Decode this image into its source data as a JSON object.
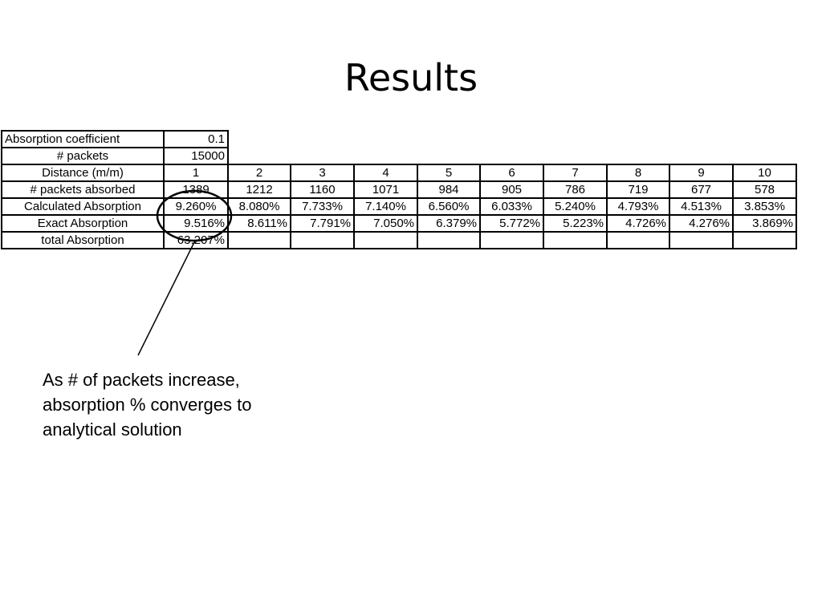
{
  "slide": {
    "title": "Results"
  },
  "table": {
    "rows": [
      {
        "label": "Absorption coefficient",
        "cells": [
          "0.1"
        ]
      },
      {
        "label": "# packets",
        "cells": [
          "15000"
        ]
      },
      {
        "label": "Distance (m/m)",
        "cells": [
          "1",
          "2",
          "3",
          "4",
          "5",
          "6",
          "7",
          "8",
          "9",
          "10"
        ]
      },
      {
        "label": "# packets absorbed",
        "cells": [
          "1389",
          "1212",
          "1160",
          "1071",
          "984",
          "905",
          "786",
          "719",
          "677",
          "578"
        ]
      },
      {
        "label": "Calculated Absorption",
        "cells": [
          "9.260%",
          "8.080%",
          "7.733%",
          "7.140%",
          "6.560%",
          "6.033%",
          "5.240%",
          "4.793%",
          "4.513%",
          "3.853%"
        ]
      },
      {
        "label": "Exact Absorption",
        "cells": [
          "9.516%",
          "8.611%",
          "7.791%",
          "7.050%",
          "6.379%",
          "5.772%",
          "5.223%",
          "4.726%",
          "4.276%",
          "3.869%"
        ]
      },
      {
        "label": "total Absorption",
        "cells": [
          "63.207%"
        ]
      }
    ]
  },
  "annotation": {
    "lines": [
      "As # of packets increase,",
      "absorption % converges to",
      "analytical solution"
    ],
    "stroke_color": "#000000"
  }
}
